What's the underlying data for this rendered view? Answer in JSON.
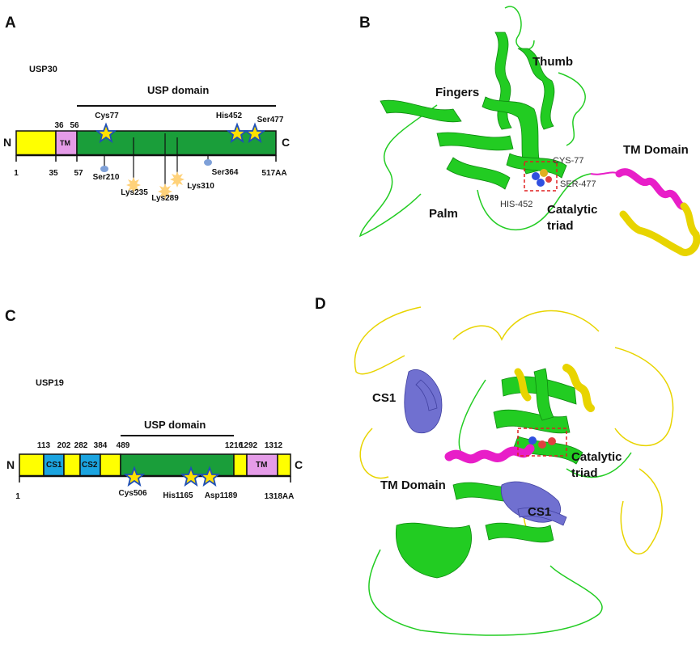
{
  "panels": {
    "a": {
      "letter": "A",
      "protein": "USP30",
      "domain_title": "USP domain",
      "n_term": "N",
      "c_term": "C",
      "tm_label": "TM",
      "top_numbers": [
        "36",
        "56"
      ],
      "bottom_numbers": [
        "1",
        "35",
        "57",
        "517AA"
      ],
      "sites": [
        "Cys77",
        "His452",
        "Ser477"
      ],
      "ptm": [
        "Ser210",
        "Lys235",
        "Lys289",
        "Lys310",
        "Ser364"
      ]
    },
    "b": {
      "letter": "B",
      "labels": [
        "Thumb",
        "Fingers",
        "Palm",
        "Catalytic triad",
        "TM Domain"
      ],
      "residues": [
        "CYS-77",
        "SER-477",
        "HIS-452"
      ]
    },
    "c": {
      "letter": "C",
      "protein": "USP19",
      "domain_title": "USP domain",
      "n_term": "N",
      "c_term": "C",
      "segments": [
        "CS1",
        "CS2",
        "TM"
      ],
      "top_numbers": [
        "113",
        "202",
        "282",
        "384",
        "489",
        "1216",
        "1292",
        "1312"
      ],
      "bottom_numbers": [
        "1",
        "1318AA"
      ],
      "sites": [
        "Cys506",
        "His1165",
        "Asp1189"
      ]
    },
    "d": {
      "letter": "D",
      "labels": [
        "CS1",
        "TM Domain",
        "Catalytic triad",
        "CS1"
      ]
    }
  },
  "colors": {
    "yellow": "#ffff00",
    "green": "#1a9e3a",
    "tm_pink": "#e59ce8",
    "cs_blue": "#1ba4e0",
    "star": "#ffe000",
    "star_outline": "#1f4fb5",
    "ptm_oval": "#7ea0d8",
    "ptm_burst": "#ffd27a",
    "protein_green": "#22cc22",
    "helix_magenta": "#e81ec8",
    "helix_yellow": "#e8d400",
    "cs_purple": "#7070d0"
  }
}
